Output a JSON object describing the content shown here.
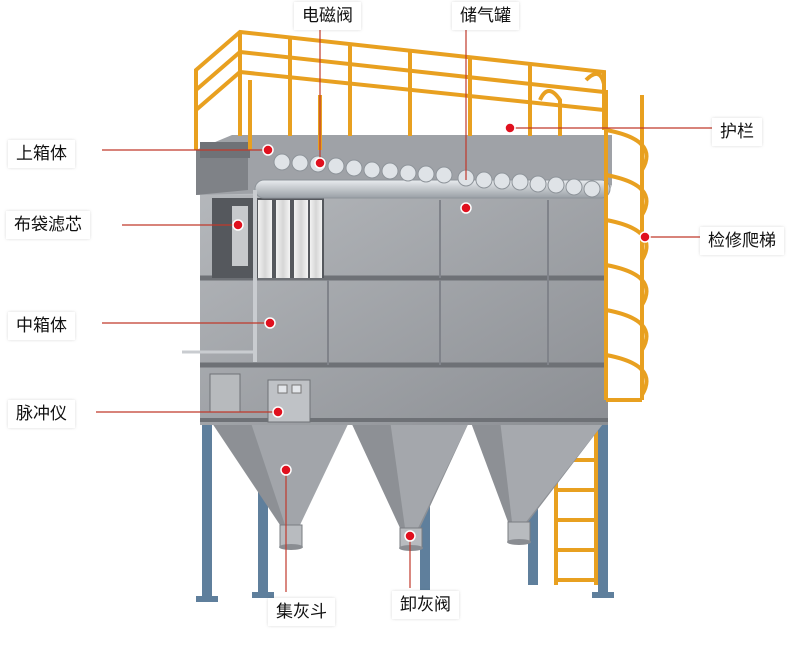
{
  "labels": {
    "upper_box": "上箱体",
    "bag_filter": "布袋滤芯",
    "middle_box": "中箱体",
    "pulse_controller": "脉冲仪",
    "solenoid_valve": "电磁阀",
    "air_tank": "储气罐",
    "guardrail": "护栏",
    "ladder": "检修爬梯",
    "ash_hopper": "集灰斗",
    "discharge_valve": "卸灰阀"
  },
  "colors": {
    "steel": "#9a9da2",
    "steel_dark": "#7c7f84",
    "frame": "#5f7f9c",
    "rail": "#e8a020",
    "leader": "#c0392b",
    "dot": "#e0101e"
  }
}
